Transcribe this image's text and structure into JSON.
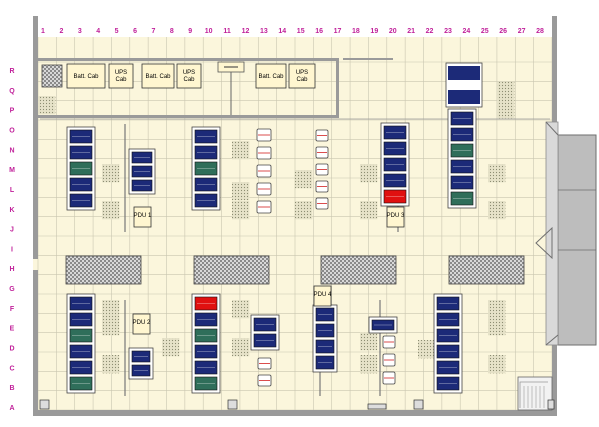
{
  "grid": {
    "columns": [
      "1",
      "2",
      "3",
      "4",
      "5",
      "6",
      "7",
      "8",
      "9",
      "10",
      "11",
      "12",
      "13",
      "14",
      "15",
      "16",
      "17",
      "18",
      "19",
      "20",
      "21",
      "22",
      "23",
      "24",
      "25",
      "26",
      "27",
      "28"
    ],
    "rows": [
      "R",
      "Q",
      "P",
      "O",
      "N",
      "M",
      "L",
      "K",
      "J",
      "I",
      "H",
      "G",
      "F",
      "E",
      "D",
      "C",
      "B",
      "A"
    ]
  },
  "top_cabinets": [
    {
      "label": "Batt. Cab"
    },
    {
      "label": "UPS Cab"
    },
    {
      "label": "Batt. Cab"
    },
    {
      "label": "UPS Cab"
    },
    {
      "label": "Batt. Cab"
    },
    {
      "label": "UPS Cab"
    }
  ],
  "pdus": [
    {
      "label": "PDU 1"
    },
    {
      "label": "PDU 2"
    },
    {
      "label": "PDU 3"
    },
    {
      "label": "PDU 4"
    }
  ],
  "colors": {
    "floor": "#fbf6dc",
    "grid_line": "#c9c6b0",
    "wall": "#9a9a9a",
    "label": "#c0209a",
    "rack_blue": "#1c2a78",
    "rack_green": "#2f6e5a",
    "alert_red": "#e01010",
    "enclosure": "#bdbdbd"
  }
}
